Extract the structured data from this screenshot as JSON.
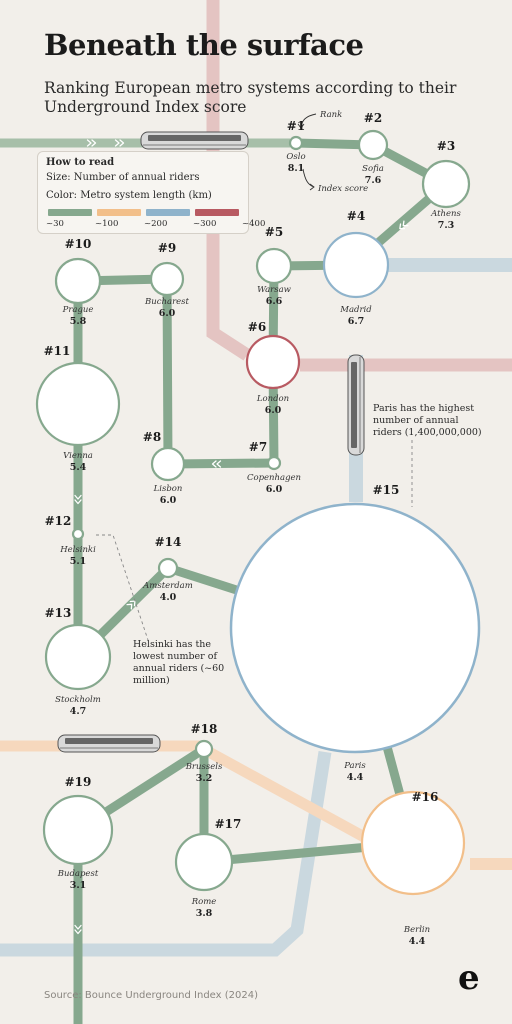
{
  "title": "Beneath the surface",
  "subtitle": "Ranking European metro systems according to their Underground Index score",
  "legend": {
    "heading": "How to read",
    "size_text": "Size: Number of annual riders",
    "color_text": "Color: Metro system length (km)",
    "ticks": [
      {
        "label": "~30",
        "color": "#86a88e"
      },
      {
        "label": "~100",
        "color": "#f2bf8a"
      },
      {
        "label": "~200",
        "color": "#8fb3cb"
      },
      {
        "label": "~300",
        "color": "#b85a62"
      },
      {
        "label": "~400",
        "color": ""
      }
    ]
  },
  "guide": {
    "rank_note": "Rank",
    "score_note": "Index score"
  },
  "colors": {
    "green": "#86a88e",
    "green_line": "#a7bfa9",
    "orange": "#f2bf8a",
    "orange_line": "#f6d8bd",
    "blue": "#8fb3cb",
    "blue_line": "#cad8df",
    "red": "#b85a62",
    "red_line": "#e4c4c2",
    "background": "#f2efea"
  },
  "cities": [
    {
      "rank": "#1",
      "name": "Oslo",
      "score": "8.1"
    },
    {
      "rank": "#2",
      "name": "Sofia",
      "score": "7.6"
    },
    {
      "rank": "#3",
      "name": "Athens",
      "score": "7.3"
    },
    {
      "rank": "#4",
      "name": "Madrid",
      "score": "6.7"
    },
    {
      "rank": "#5",
      "name": "Warsaw",
      "score": "6.6"
    },
    {
      "rank": "#6",
      "name": "London",
      "score": "6.0"
    },
    {
      "rank": "#7",
      "name": "Copenhagen",
      "score": "6.0"
    },
    {
      "rank": "#8",
      "name": "Lisbon",
      "score": "6.0"
    },
    {
      "rank": "#9",
      "name": "Bucharest",
      "score": "6.0"
    },
    {
      "rank": "#10",
      "name": "Prague",
      "score": "5.8"
    },
    {
      "rank": "#11",
      "name": "Vienna",
      "score": "5.4"
    },
    {
      "rank": "#12",
      "name": "Helsinki",
      "score": "5.1"
    },
    {
      "rank": "#13",
      "name": "Stockholm",
      "score": "4.7"
    },
    {
      "rank": "#14",
      "name": "Amsterdam",
      "score": "4.0"
    },
    {
      "rank": "#15",
      "name": "Paris",
      "score": "4.4"
    },
    {
      "rank": "#16",
      "name": "Berlin",
      "score": "4.4"
    },
    {
      "rank": "#17",
      "name": "Rome",
      "score": "3.8"
    },
    {
      "rank": "#18",
      "name": "Brussels",
      "score": "3.2"
    },
    {
      "rank": "#19",
      "name": "Budapest",
      "score": "3.1"
    }
  ],
  "annotations": {
    "paris": "Paris has the highest number of annual riders (1,400,000,000)",
    "helsinki": "Helsinki has the lowest number of annual riders (~60 million)"
  },
  "source": "Source: Bounce Underground Index (2024)",
  "logo": "e"
}
